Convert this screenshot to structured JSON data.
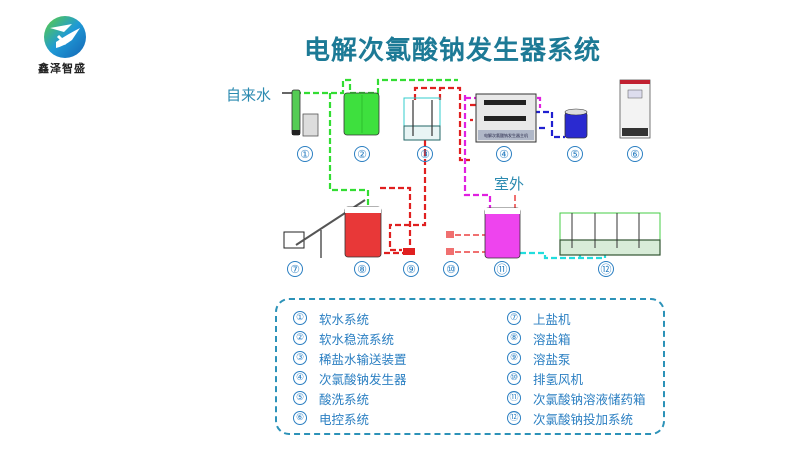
{
  "logo": {
    "company_name": "鑫泽智盛",
    "icon": "company-logo-icon"
  },
  "title": "电解次氯酸钠发生器系统",
  "labels": {
    "tap_water": "自来水",
    "outdoor": "室外"
  },
  "equipment_numbers": [
    "①",
    "②",
    "③",
    "④",
    "⑤",
    "⑥",
    "⑦",
    "⑧",
    "⑨",
    "⑩",
    "⑪",
    "⑫"
  ],
  "generator_plate_text": "电解次氯酸钠发生器主机",
  "pipe_colors": {
    "soft_water": "#33dd33",
    "brine": "#e02020",
    "product": "#e020e0",
    "acid_wash": "#2020d0",
    "dosing": "#22dddd",
    "hydrogen_vent": "#f07070"
  },
  "legend": {
    "left": [
      {
        "num": "①",
        "label": "软水系统"
      },
      {
        "num": "②",
        "label": "软水稳流系统"
      },
      {
        "num": "③",
        "label": "稀盐水输送装置"
      },
      {
        "num": "④",
        "label": "次氯酸钠发生器"
      },
      {
        "num": "⑤",
        "label": "酸洗系统"
      },
      {
        "num": "⑥",
        "label": "电控系统"
      }
    ],
    "right": [
      {
        "num": "⑦",
        "label": "上盐机"
      },
      {
        "num": "⑧",
        "label": "溶盐箱"
      },
      {
        "num": "⑨",
        "label": "溶盐泵"
      },
      {
        "num": "⑩",
        "label": "排氢风机"
      },
      {
        "num": "⑪",
        "label": "次氯酸钠溶液储药箱"
      },
      {
        "num": "⑫",
        "label": "次氯酸钠投加系统"
      }
    ]
  }
}
